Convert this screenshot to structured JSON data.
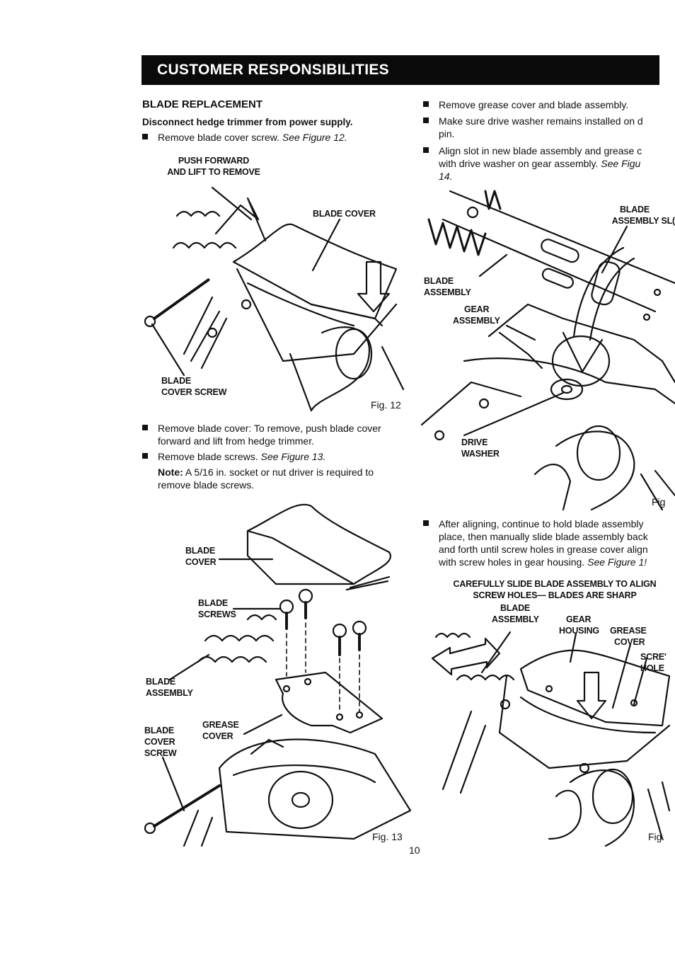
{
  "header": {
    "title": "CUSTOMER RESPONSIBILITIES"
  },
  "left": {
    "section_title": "BLADE REPLACEMENT",
    "disconnect": "Disconnect hedge trimmer from power supply.",
    "bullet1_text": "Remove blade cover screw. ",
    "bullet1_ref": "See Figure 12.",
    "fig12": {
      "label_push": "PUSH FORWARD",
      "label_lift": "AND LIFT TO REMOVE",
      "label_blade_cover": "BLADE COVER",
      "label_blade": "BLADE",
      "label_cover_screw": "COVER SCREW",
      "caption": "Fig. 12"
    },
    "bullet2_line1": "Remove blade cover: To remove, push blade cover",
    "bullet2_line2": "forward and lift from hedge trimmer.",
    "bullet3_text": "Remove blade screws. ",
    "bullet3_ref": "See Figure 13.",
    "note_label": "Note:",
    "note_line1": " A 5/16 in. socket or nut driver is required to",
    "note_line2": "remove blade screws.",
    "fig13": {
      "blade_cover_1": "BLADE",
      "blade_cover_2": "COVER",
      "blade_screws_1": "BLADE",
      "blade_screws_2": "SCREWS",
      "blade_assembly_1": "BLADE",
      "blade_assembly_2": "ASSEMBLY",
      "grease_1": "GREASE",
      "grease_2": "COVER",
      "bcs_1": "BLADE",
      "bcs_2": "COVER",
      "bcs_3": "SCREW",
      "caption": "Fig. 13"
    }
  },
  "right": {
    "bullet1": "Remove grease cover and blade assembly.",
    "bullet2_line1": "Make sure drive washer remains installed on d",
    "bullet2_line2": "pin.",
    "bullet3_line1": "Align slot in new blade assembly and grease c",
    "bullet3_line2": "with drive washer on gear assembly. ",
    "bullet3_ref": "See Figu",
    "bullet3_ref2": "14.",
    "fig14": {
      "slot_1": "BLADE",
      "slot_2": "ASSEMBLY SL(",
      "blade_1": "BLADE",
      "blade_2": "ASSEMBLY",
      "gear_1": "GEAR",
      "gear_2": "ASSEMBLY",
      "drive_1": "DRIVE",
      "drive_2": "WASHER",
      "caption": "Fig"
    },
    "bullet4_line1": "After aligning, continue to hold blade assembly",
    "bullet4_line2": "place, then manually slide blade assembly back",
    "bullet4_line3": "and forth until screw holes in grease cover align",
    "bullet4_line4": "with screw holes in gear housing. ",
    "bullet4_ref": "See Figure 1!",
    "fig15": {
      "caution_1": "CAREFULLY SLIDE BLADE ASSEMBLY TO ALIGN",
      "caution_2": "SCREW HOLES— BLADES ARE SHARP",
      "blade_1": "BLADE",
      "blade_2": "ASSEMBLY",
      "gear_1": "GEAR",
      "gear_2": "HOUSING",
      "grease_1": "GREASE",
      "grease_2": "COVER",
      "screw_1": "SCRE'",
      "screw_2": "HOLE",
      "caption": "Fig."
    }
  },
  "page_number": "10"
}
